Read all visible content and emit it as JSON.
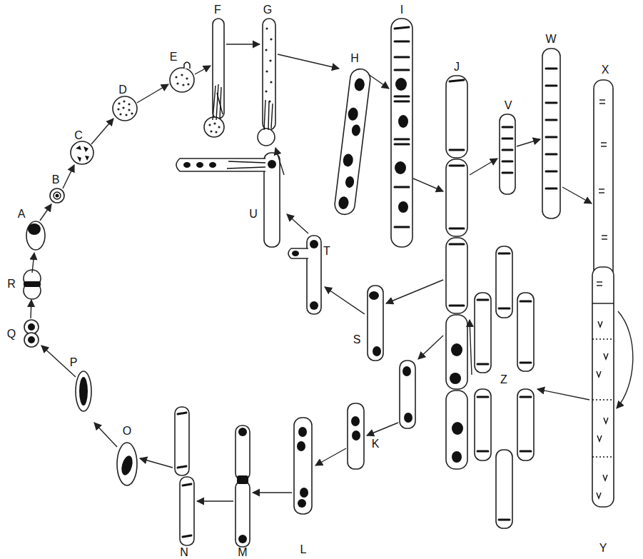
{
  "diagram": {
    "labels": [
      "F",
      "G",
      "H",
      "I",
      "E",
      "J",
      "D",
      "V",
      "W",
      "X",
      "C",
      "U",
      "B",
      "T",
      "A",
      "S",
      "R",
      "Z",
      "Q",
      "P",
      "O",
      "K",
      "N",
      "M",
      "L",
      "Y"
    ]
  }
}
